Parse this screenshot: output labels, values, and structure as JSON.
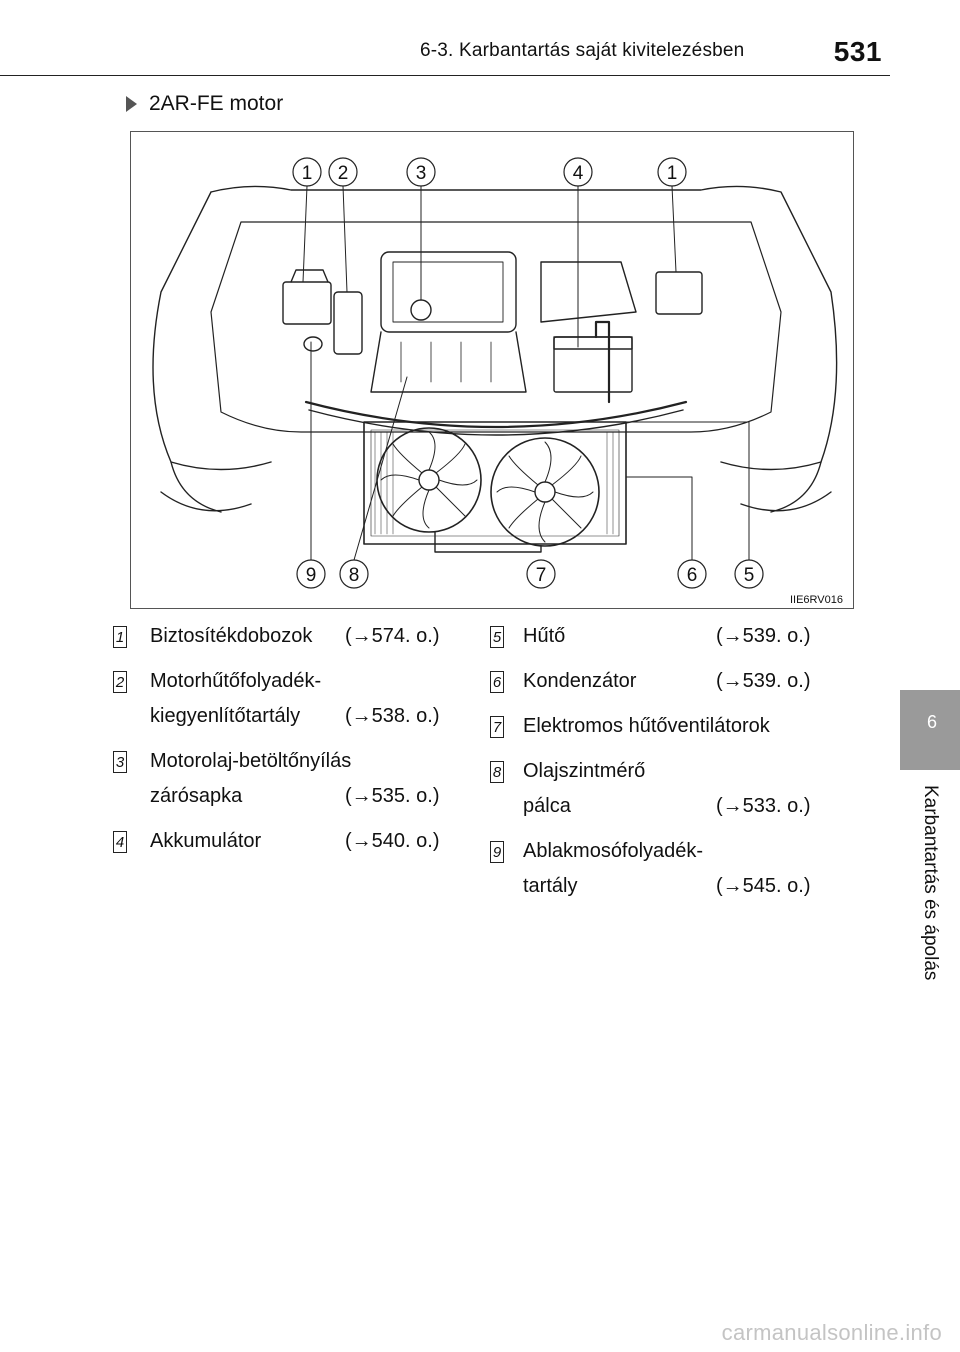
{
  "header": {
    "section_title": "6-3. Karbantartás saját kivitelezésben",
    "page_number": "531"
  },
  "subtitle": "2AR-FE motor",
  "figure": {
    "code": "IIE6RV016",
    "callouts_top": [
      "1",
      "2",
      "3",
      "4",
      "1"
    ],
    "callouts_bottom": [
      "9",
      "8",
      "7",
      "6",
      "5"
    ]
  },
  "legend_left": [
    {
      "num": "1",
      "lines": [
        "Biztosítékdobozok"
      ],
      "ref": "(→574. o.)"
    },
    {
      "num": "2",
      "lines": [
        "Motorhűtőfolyadék-",
        "kiegyenlítőtartály"
      ],
      "ref": "(→538. o.)"
    },
    {
      "num": "3",
      "lines": [
        "Motorolaj-betöltőnyílás",
        "zárósapka"
      ],
      "ref": "(→535. o.)"
    },
    {
      "num": "4",
      "lines": [
        "Akkumulátor"
      ],
      "ref": "(→540. o.)"
    }
  ],
  "legend_right": [
    {
      "num": "5",
      "lines": [
        "Hűtő"
      ],
      "ref": "(→539. o.)"
    },
    {
      "num": "6",
      "lines": [
        "Kondenzátor"
      ],
      "ref": "(→539. o.)"
    },
    {
      "num": "7",
      "lines": [
        "Elektromos hűtőventilátorok"
      ],
      "ref": ""
    },
    {
      "num": "8",
      "lines": [
        "Olajszintmérő",
        "pálca"
      ],
      "ref": "(→533. o.)"
    },
    {
      "num": "9",
      "lines": [
        "Ablakmosófolyadék-",
        "tartály"
      ],
      "ref": "(→545. o.)"
    }
  ],
  "side_tab": {
    "number": "6",
    "label": "Karbantartás és ápolás"
  },
  "watermark": "carmanualsonline.info"
}
